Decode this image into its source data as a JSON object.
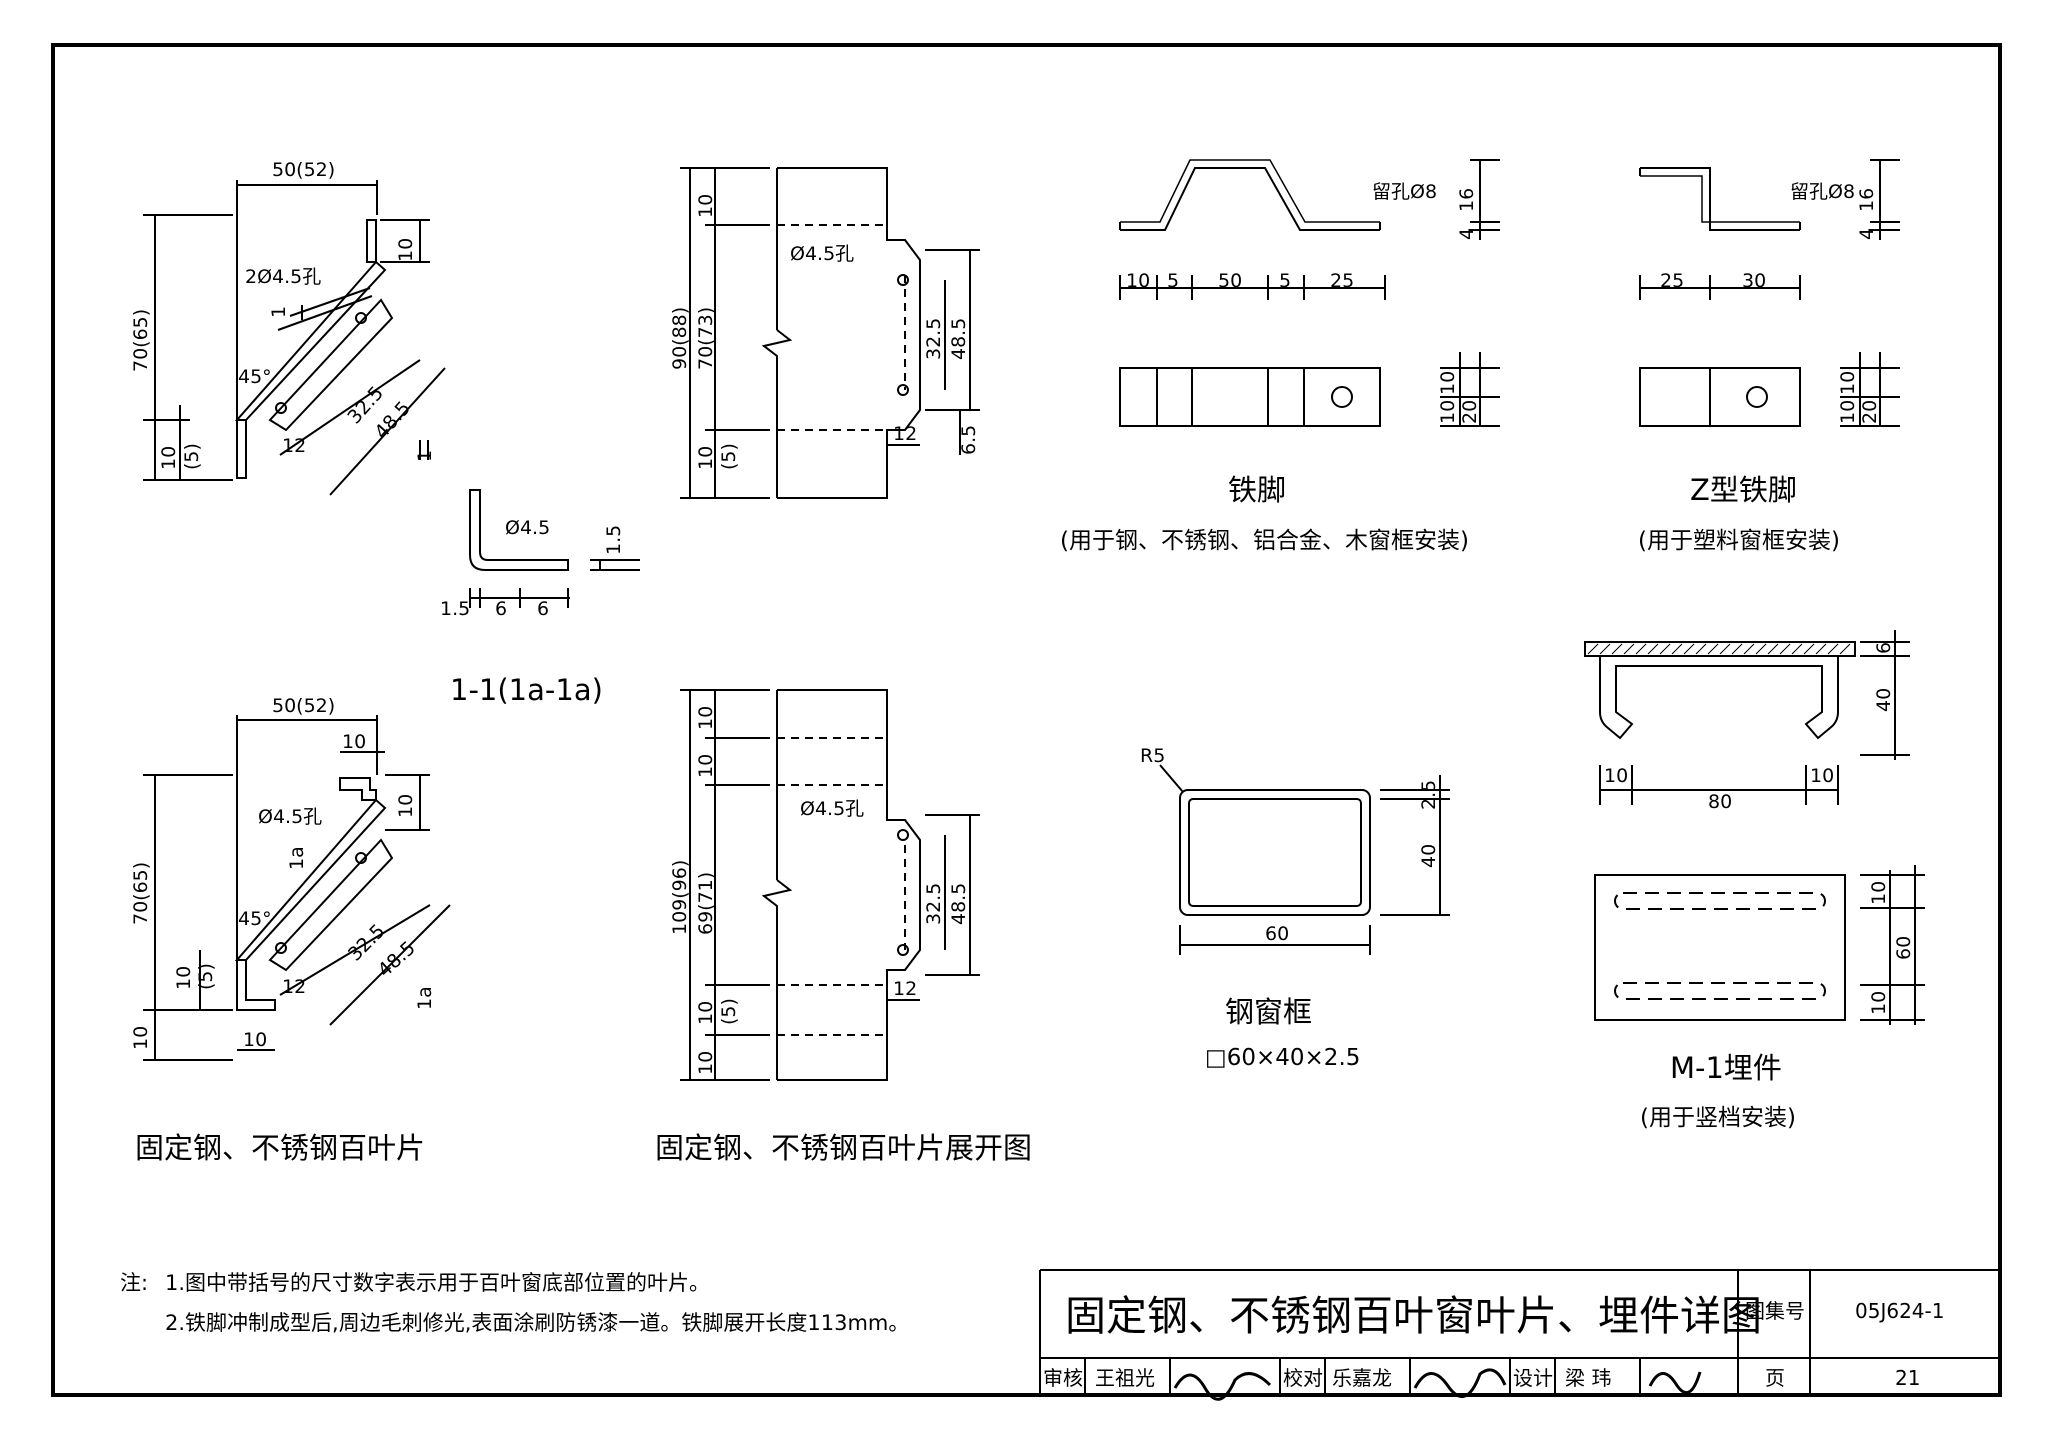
{
  "drawing": {
    "title": "固定钢、不锈钢百叶窗叶片、埋件详图",
    "atlas_label": "图集号",
    "atlas_no": "05J624-1",
    "page_label": "页",
    "page_no": "21",
    "review_label": "审核",
    "reviewer": "王祖光",
    "check_label": "校对",
    "checker": "乐嘉龙",
    "design_label": "设计",
    "designer": "梁 玮"
  },
  "notes": {
    "prefix": "注:",
    "items": [
      "1.图中带括号的尺寸数字表示用于百叶窗底部位置的叶片。",
      "2.铁脚冲制成型后,周边毛刺修光,表面涂刷防锈漆一道。铁脚展开长度113mm。"
    ]
  },
  "captions": {
    "blade": "固定钢、不锈钢百叶片",
    "unfold": "固定钢、不锈钢百叶片展开图",
    "section": "1-1(1a-1a)",
    "iron_foot": "铁脚",
    "iron_foot_use": "(用于钢、不锈钢、铝合金、木窗框安装)",
    "z_foot": "Z型铁脚",
    "z_foot_use": "(用于塑料窗框安装)",
    "steel_frame": "钢窗框",
    "steel_frame_spec": "□60×40×2.5",
    "m1": "M-1埋件",
    "m1_use": "(用于竖档安装)"
  },
  "dims": {
    "b1": {
      "w": "50(52)",
      "h": "70(65)",
      "top": "10",
      "hole": "2Ø4.5孔",
      "d1": "32.5",
      "d2": "48.5",
      "d12": "12",
      "ang": "45°",
      "bot": "10",
      "botp": "(5)",
      "sec": "1"
    },
    "sec": {
      "hole": "Ø4.5",
      "t": "1.5",
      "w1": "1.5",
      "w2": "6",
      "w3": "6"
    },
    "b2": {
      "w": "50(52)",
      "top": "10",
      "right": "10",
      "h": "70(65)",
      "hole": "Ø4.5孔",
      "d1": "32.5",
      "d2": "48.5",
      "d12": "12",
      "ang": "45°",
      "m10": "10",
      "m5": "(5)",
      "bot": "10",
      "base": "10",
      "sec": "1a"
    },
    "u1": {
      "a": "10",
      "b": "70(73)",
      "c": "90(88)",
      "d": "10",
      "e": "(5)",
      "hole": "Ø4.5孔",
      "f": "32.5",
      "g": "48.5",
      "h": "12",
      "i": "6.5"
    },
    "u2": {
      "a": "10",
      "b": "10",
      "c": "69(71)",
      "d": "109(96)",
      "e": "10",
      "f": "(5)",
      "g": "10",
      "hole": "Ø4.5孔",
      "h": "32.5",
      "i": "48.5",
      "j": "12"
    },
    "foot": {
      "hole": "留孔Ø8",
      "h": "16",
      "t": "4",
      "s": [
        "10",
        "5",
        "50",
        "5",
        "25"
      ],
      "p1": "10",
      "p2": "10",
      "p3": "20"
    },
    "z": {
      "hole": "留孔Ø8",
      "h": "16",
      "t": "4",
      "s": [
        "25",
        "30"
      ],
      "p1": "10",
      "p2": "10",
      "p3": "20"
    },
    "frame": {
      "r": "R5",
      "t": "2.5",
      "h": "40",
      "w": "60"
    },
    "m1": {
      "t": "6",
      "h": "40",
      "l": "10",
      "r": "10",
      "w": "80",
      "p1": "10",
      "p2": "60",
      "p3": "10"
    }
  }
}
